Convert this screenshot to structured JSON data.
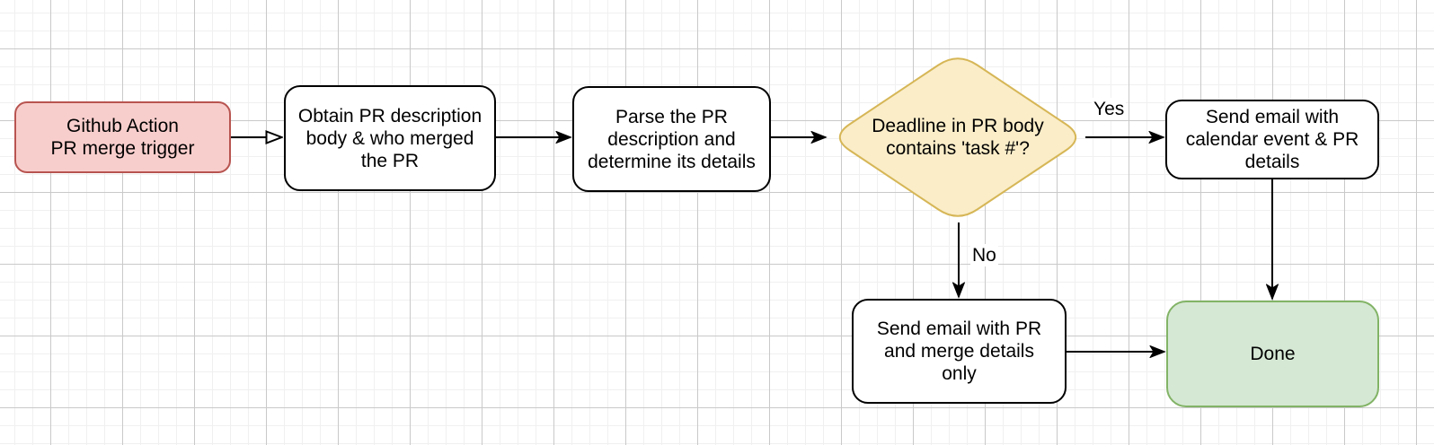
{
  "diagram": {
    "type": "flowchart",
    "nodes": {
      "start": {
        "type": "start",
        "shape": "rounded-rectangle",
        "label": "Github Action\nPR merge trigger",
        "fill": "#f8cecc",
        "stroke": "#b85450"
      },
      "obtain": {
        "type": "process",
        "shape": "rounded-rectangle",
        "label": "Obtain PR description\nbody & who merged\nthe PR",
        "fill": "#ffffff",
        "stroke": "#000000"
      },
      "parse": {
        "type": "process",
        "shape": "rounded-rectangle",
        "label": "Parse the PR\ndescription and\ndetermine its details",
        "fill": "#ffffff",
        "stroke": "#000000"
      },
      "decision": {
        "type": "decision",
        "shape": "diamond",
        "label": "Deadline in PR body\ncontains 'task #'?",
        "fill": "#faedc8",
        "stroke": "#d6b656"
      },
      "send_full": {
        "type": "process",
        "shape": "rounded-rectangle",
        "label": "Send email with\ncalendar event & PR\ndetails",
        "fill": "#ffffff",
        "stroke": "#000000"
      },
      "send_basic": {
        "type": "process",
        "shape": "rounded-rectangle",
        "label": "Send email with PR\nand merge details\nonly",
        "fill": "#ffffff",
        "stroke": "#000000"
      },
      "done": {
        "type": "terminal",
        "shape": "rounded-rectangle",
        "label": "Done",
        "fill": "#d5e8d4",
        "stroke": "#82b366"
      }
    },
    "edges": [
      {
        "from": "start",
        "to": "obtain",
        "label": "",
        "arrowhead": "open"
      },
      {
        "from": "obtain",
        "to": "parse",
        "label": "",
        "arrowhead": "solid"
      },
      {
        "from": "parse",
        "to": "decision",
        "label": "",
        "arrowhead": "solid"
      },
      {
        "from": "decision",
        "to": "send_full",
        "label": "Yes",
        "arrowhead": "solid"
      },
      {
        "from": "decision",
        "to": "send_basic",
        "label": "No",
        "arrowhead": "solid"
      },
      {
        "from": "send_basic",
        "to": "done",
        "label": "",
        "arrowhead": "solid"
      },
      {
        "from": "send_full",
        "to": "done",
        "label": "",
        "arrowhead": "solid"
      }
    ],
    "colors": {
      "arrow": "#000000",
      "text": "#000000",
      "grid_minor": "#f0f0f0",
      "grid_major": "#c9c9c9",
      "canvas_background": "#ffffff"
    }
  }
}
